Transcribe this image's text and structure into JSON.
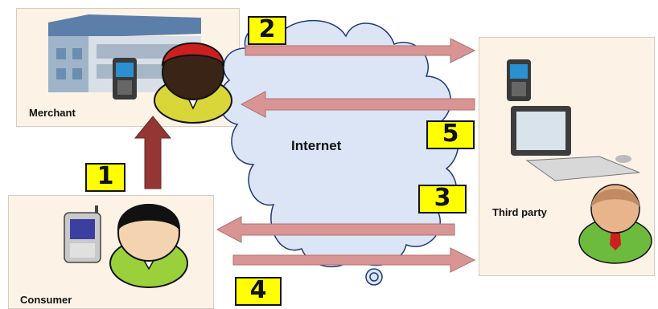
{
  "cloud": {
    "label": "Internet"
  },
  "merchant": {
    "label": "Merchant"
  },
  "consumer": {
    "label": "Consumer"
  },
  "third_party": {
    "label": "Third party"
  },
  "steps": {
    "s1": "1",
    "s2": "2",
    "s3": "3",
    "s4": "4",
    "s5": "5"
  },
  "colors": {
    "box_fill": "#fdf2e6",
    "arrow_pink": "#d99594",
    "arrow_dark_red": "#943634",
    "badge_yellow": "#ffff00",
    "cloud_fill": "#dbe5f5",
    "cloud_stroke": "#1f3a7a"
  }
}
